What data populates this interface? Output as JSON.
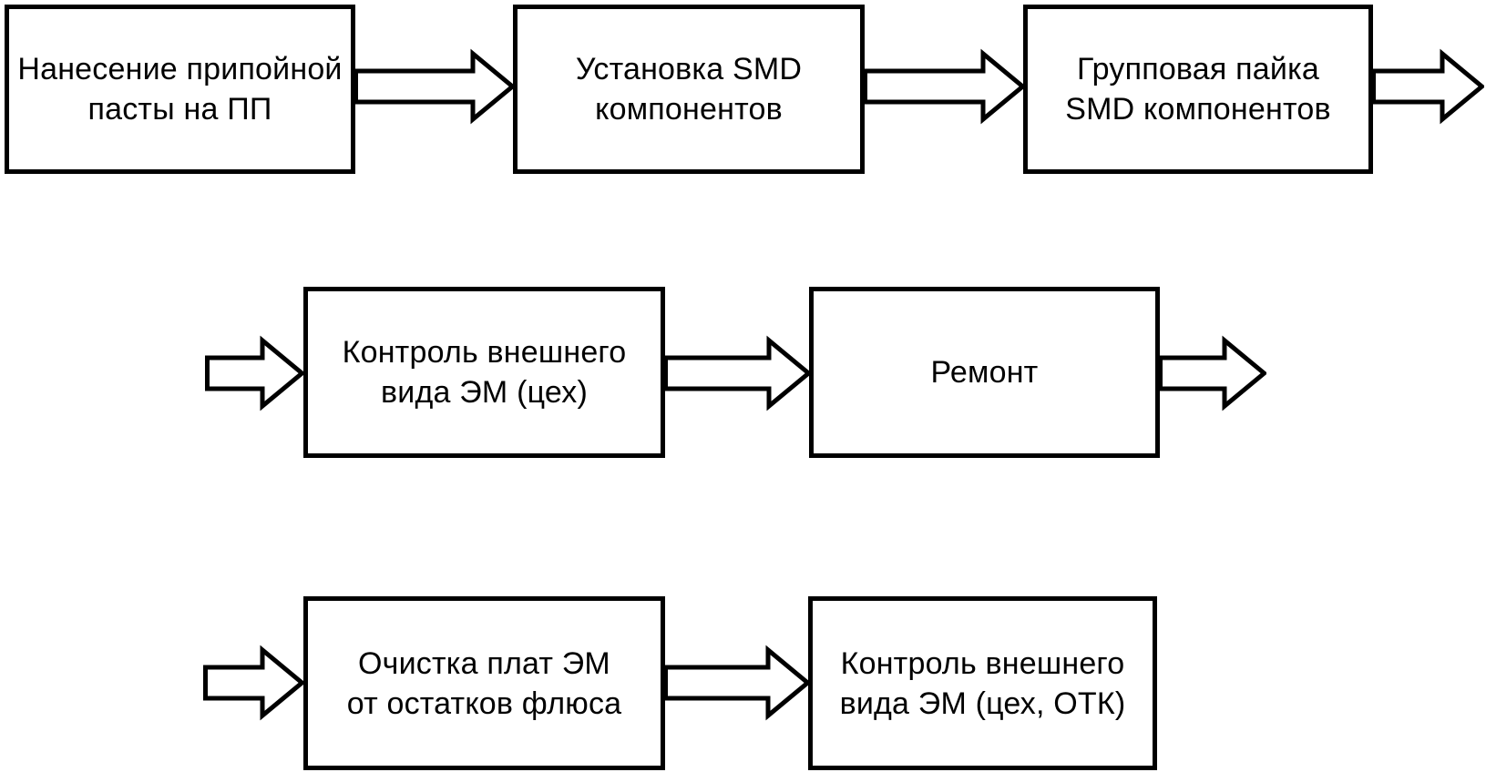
{
  "diagram": {
    "type": "flowchart",
    "language": "ru",
    "topic": "SMD assembly process flow",
    "colors": {
      "background": "#ffffff",
      "line": "#000000",
      "box_fill": "#ffffff"
    },
    "nodes": [
      {
        "id": "apply-solder-paste",
        "label": "Нанесение припойной\nпасты на ПП"
      },
      {
        "id": "place-smd-components",
        "label": "Установка SMD\nкомпонентов"
      },
      {
        "id": "group-soldering-smd",
        "label": "Групповая пайка\nSMD компонентов"
      },
      {
        "id": "visual-inspection-shop",
        "label": "Контроль внешнего\nвида ЭМ (цех)"
      },
      {
        "id": "repair",
        "label": "Ремонт"
      },
      {
        "id": "flux-cleaning",
        "label": "Очистка плат ЭМ\nот остатков флюса"
      },
      {
        "id": "visual-inspection-qc",
        "label": "Контроль внешнего\nвида ЭМ (цех, ОТК)"
      }
    ],
    "edges": [
      {
        "from": "apply-solder-paste",
        "to": "place-smd-components"
      },
      {
        "from": "place-smd-components",
        "to": "group-soldering-smd"
      },
      {
        "from": "group-soldering-smd",
        "to": "row-2-continuation"
      },
      {
        "from": "row-2-continuation",
        "to": "visual-inspection-shop"
      },
      {
        "from": "visual-inspection-shop",
        "to": "repair"
      },
      {
        "from": "repair",
        "to": "row-3-continuation"
      },
      {
        "from": "row-3-continuation",
        "to": "flux-cleaning"
      },
      {
        "from": "flux-cleaning",
        "to": "visual-inspection-qc"
      }
    ]
  }
}
